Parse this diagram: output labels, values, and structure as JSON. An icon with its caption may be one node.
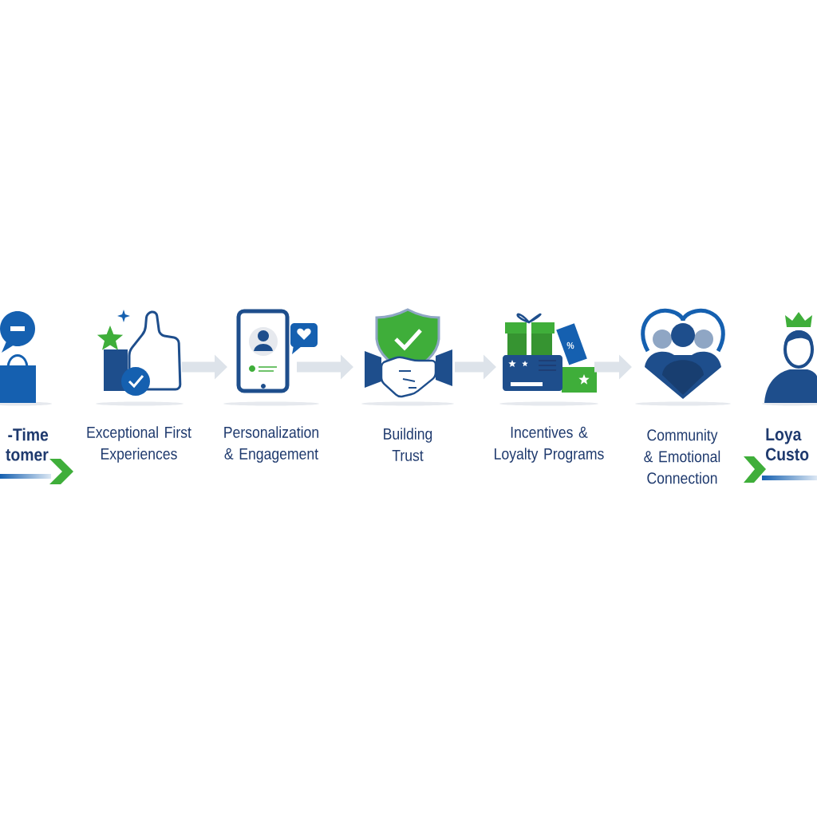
{
  "diagram": {
    "nodes": [
      {
        "text": [
          "-Time tomer"
        ]
      },
      {
        "text": [
          "Exceptional First Experiences"
        ]
      },
      {
        "text": [
          "Personalization & Engagement"
        ]
      },
      {
        "text": [
          "Building Trust"
        ]
      },
      {
        "text": [
          "Incentives & Loyalty Programs"
        ]
      },
      {
        "text": [
          "Community & Emotional Connection"
        ]
      },
      {
        "text": [
          "Loya Custo"
        ]
      }
    ],
    "edges": [
      {
        "from": 1,
        "to": 2,
        "arrow": "to"
      },
      {
        "from": 2,
        "to": 3,
        "arrow": "to"
      },
      {
        "from": 3,
        "to": 4,
        "arrow": "to"
      },
      {
        "from": 4,
        "to": 5,
        "arrow": "to"
      }
    ],
    "labels": [
      "%"
    ]
  }
}
